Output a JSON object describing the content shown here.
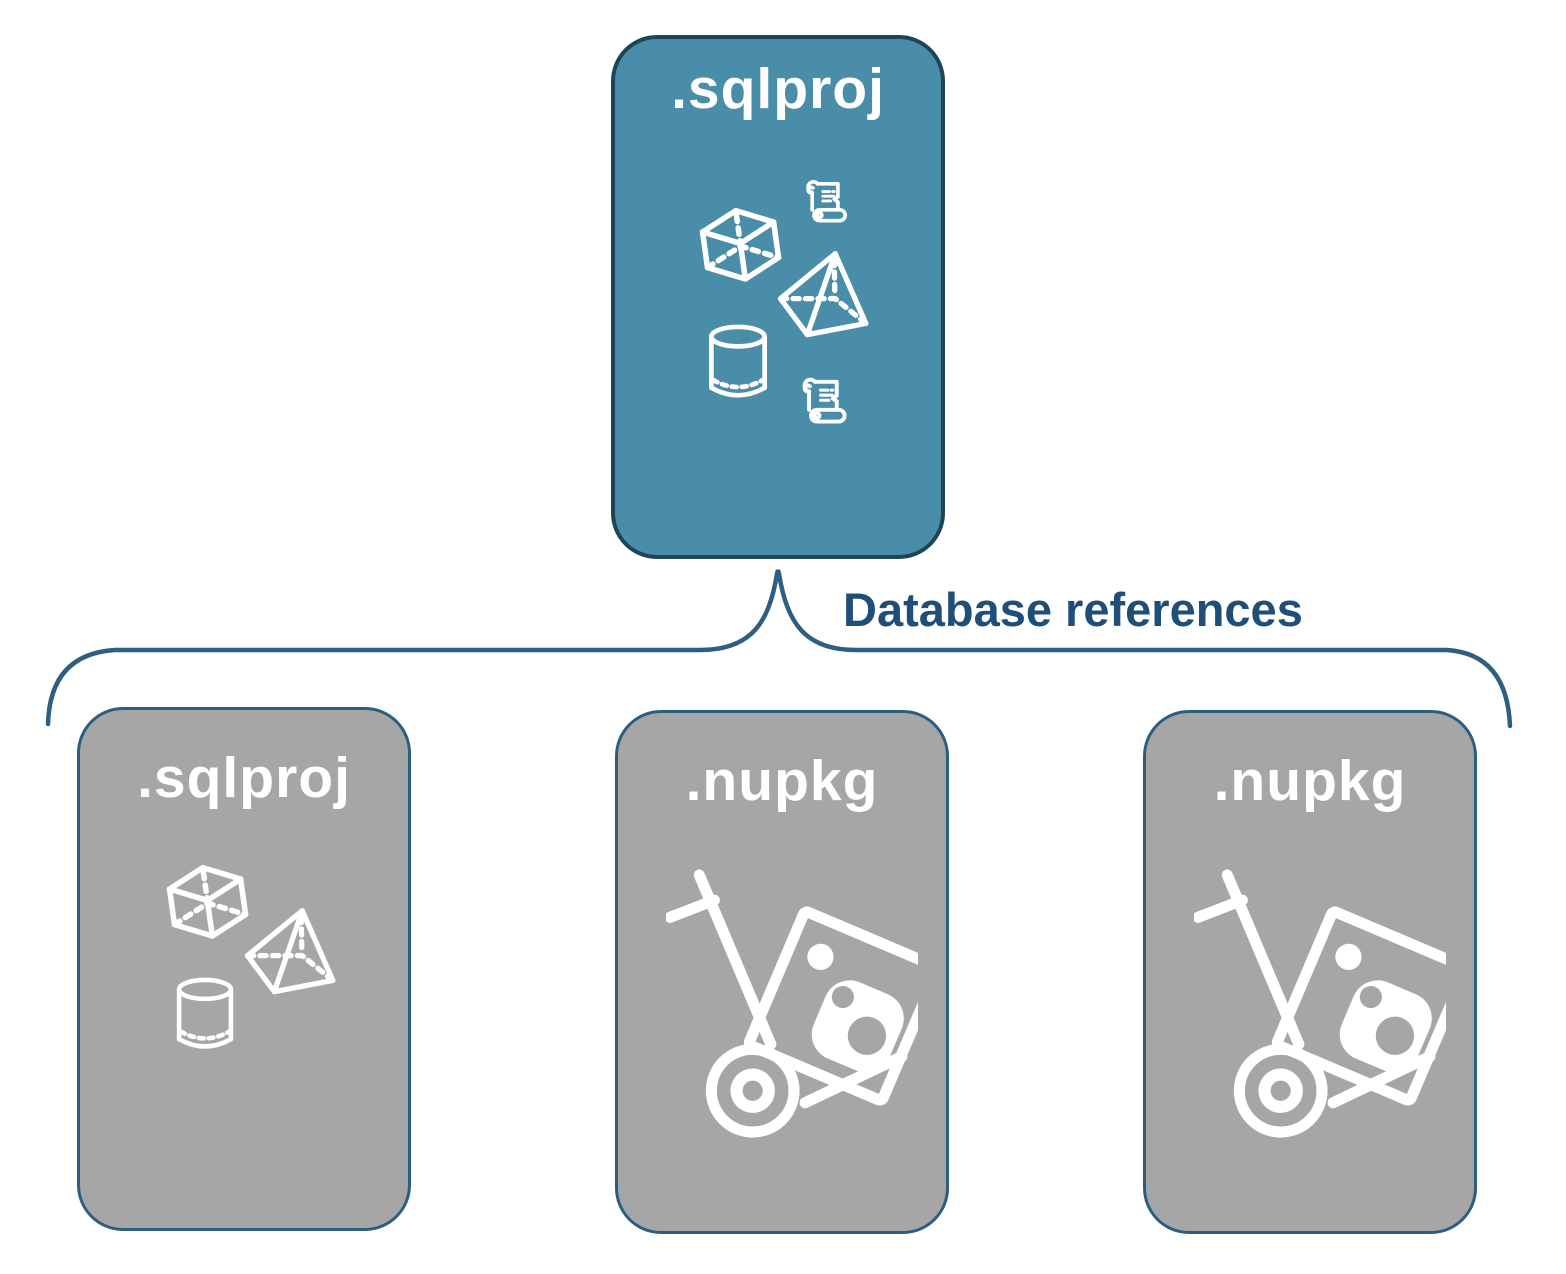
{
  "diagram": {
    "parent_node": {
      "label": ".sqlproj",
      "icons": [
        "scroll-icon",
        "cube-icon",
        "pyramid-icon",
        "cylinder-icon",
        "scroll-icon"
      ]
    },
    "connector": {
      "type": "brace",
      "label": "Database references"
    },
    "child_nodes": [
      {
        "label": ".sqlproj",
        "icons": [
          "cube-icon",
          "pyramid-icon",
          "cylinder-icon"
        ]
      },
      {
        "label": ".nupkg",
        "icons": [
          "handtruck-package-icon"
        ]
      },
      {
        "label": ".nupkg",
        "icons": [
          "handtruck-package-icon"
        ]
      }
    ],
    "colors": {
      "parent_fill": "#4A8DA9",
      "parent_border": "#1E4458",
      "child_fill": "#A6A6A6",
      "child_border": "#2C5F7F",
      "connector_line": "#2E5F80",
      "connector_text": "#1F4E79",
      "icon_color": "#FFFFFF",
      "node_text": "#FFFFFF",
      "background": "#FFFFFF"
    }
  }
}
